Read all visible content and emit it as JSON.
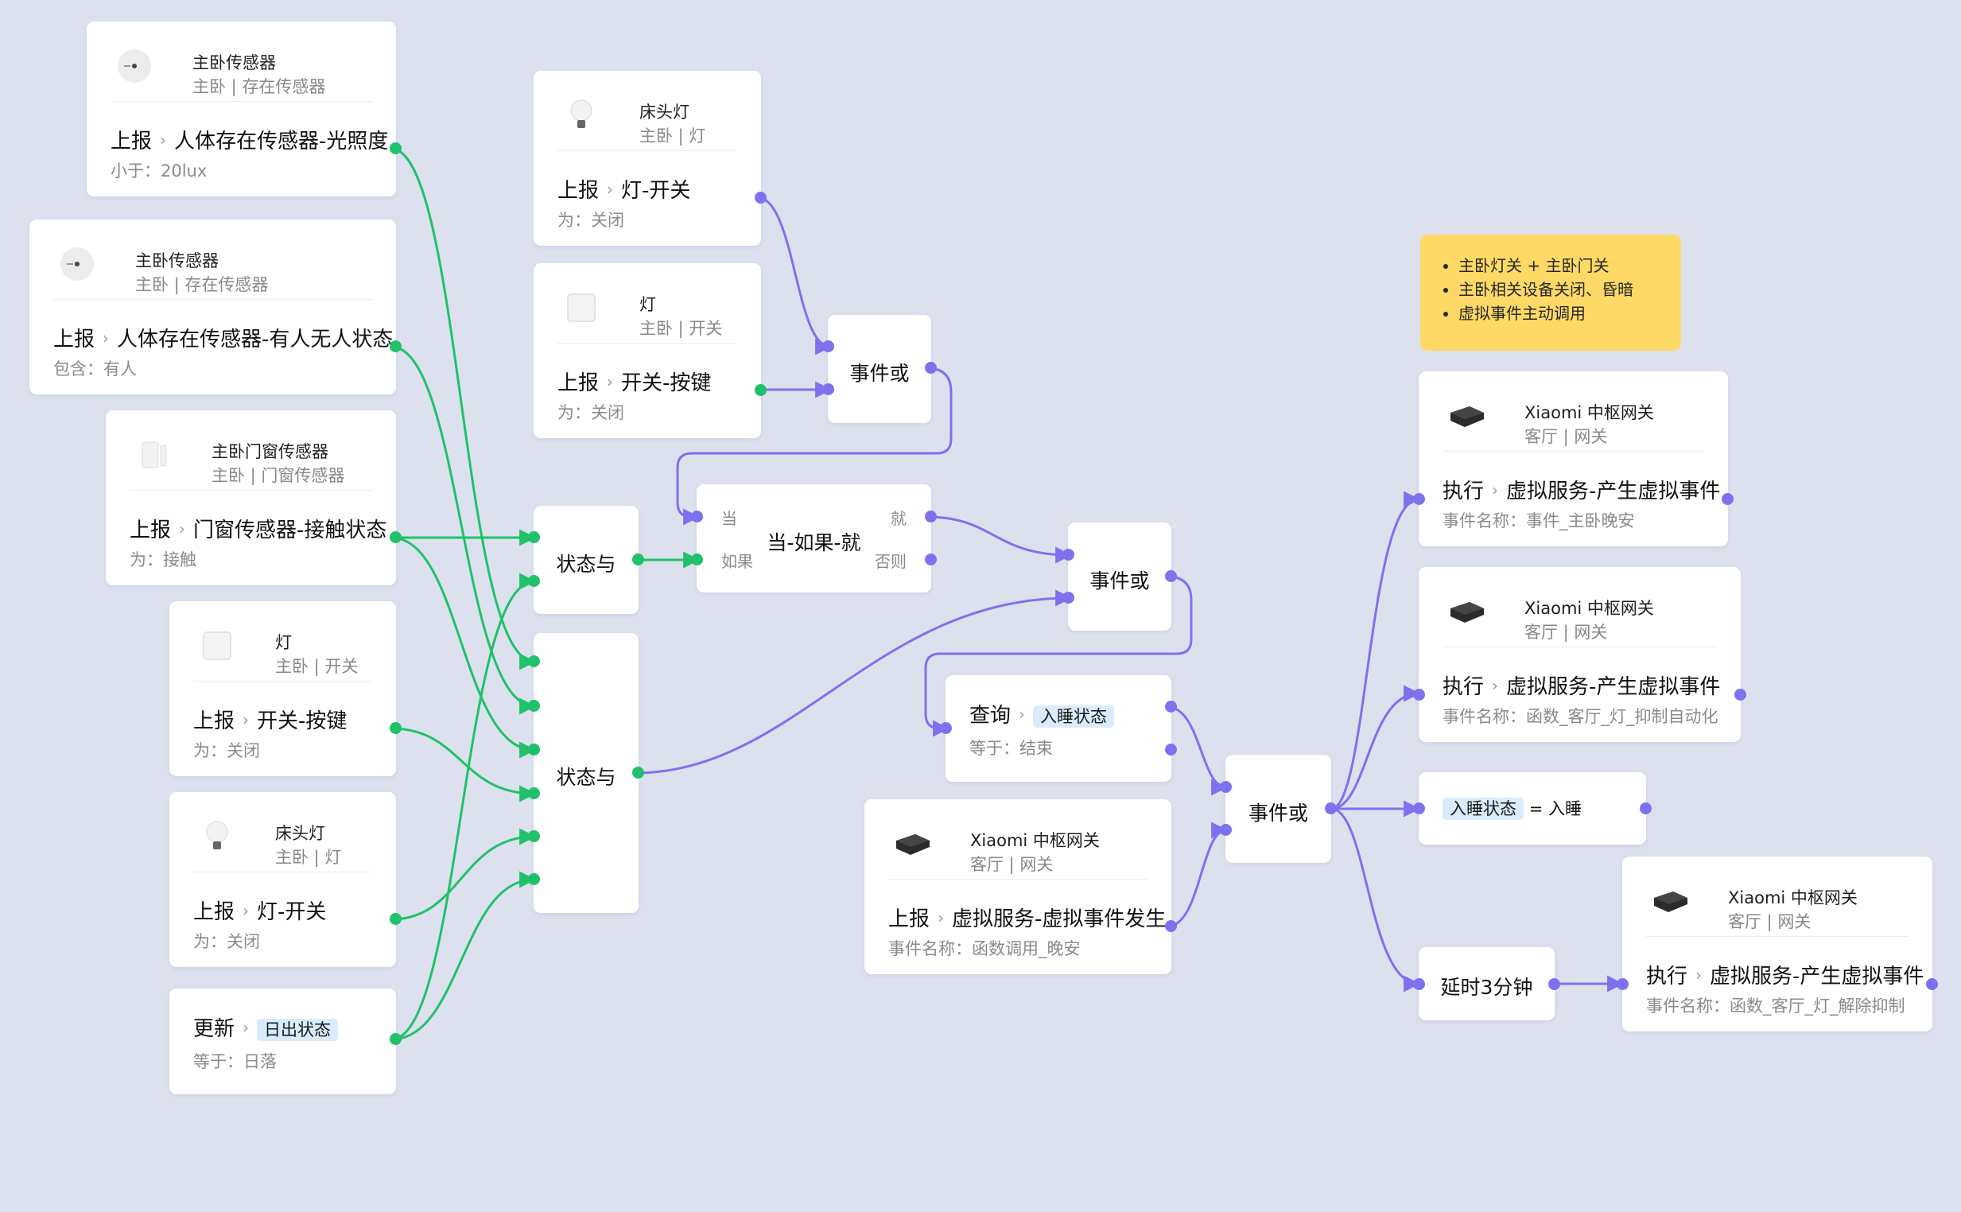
{
  "nodes": {
    "n1": {
      "name": "主卧传感器",
      "sub": "主卧 | 存在传感器",
      "verb": "上报",
      "action": "人体存在传感器-光照度",
      "cond": "小于：20lux",
      "icon": "presence-sensor-icon"
    },
    "n2": {
      "name": "主卧传感器",
      "sub": "主卧 | 存在传感器",
      "verb": "上报",
      "action": "人体存在传感器-有人无人状态",
      "cond": "包含：有人",
      "icon": "presence-sensor-icon"
    },
    "n3": {
      "name": "主卧门窗传感器",
      "sub": "主卧 | 门窗传感器",
      "verb": "上报",
      "action": "门窗传感器-接触状态",
      "cond": "为：接触",
      "icon": "door-sensor-icon"
    },
    "n4": {
      "name": "灯",
      "sub": "主卧 | 开关",
      "verb": "上报",
      "action": "开关-按键",
      "cond": "为：关闭",
      "icon": "wall-switch-icon"
    },
    "n5": {
      "name": "床头灯",
      "sub": "主卧 | 灯",
      "verb": "上报",
      "action": "灯-开关",
      "cond": "为：关闭",
      "icon": "light-bulb-icon"
    },
    "n6": {
      "verb": "更新",
      "tag": "日出状态",
      "cond": "等于：日落"
    },
    "n7": {
      "name": "床头灯",
      "sub": "主卧 | 灯",
      "verb": "上报",
      "action": "灯-开关",
      "cond": "为：关闭",
      "icon": "light-bulb-icon"
    },
    "n8": {
      "name": "灯",
      "sub": "主卧 | 开关",
      "verb": "上报",
      "action": "开关-按键",
      "cond": "为：关闭",
      "icon": "wall-switch-icon"
    },
    "n12": {
      "verb": "查询",
      "tag": "入睡状态",
      "cond": "等于：结束"
    },
    "n13": {
      "name": "Xiaomi 中枢网关",
      "sub": "客厅 | 网关",
      "verb": "上报",
      "action": "虚拟服务-虚拟事件发生",
      "cond": "事件名称：函数调用_晚安",
      "icon": "gateway-icon"
    },
    "n15": {
      "name": "Xiaomi 中枢网关",
      "sub": "客厅 | 网关",
      "verb": "执行",
      "action": "虚拟服务-产生虚拟事件",
      "cond": "事件名称：事件_主卧晚安",
      "icon": "gateway-icon"
    },
    "n16": {
      "name": "Xiaomi 中枢网关",
      "sub": "客厅 | 网关",
      "verb": "执行",
      "action": "虚拟服务-产生虚拟事件",
      "cond": "事件名称：函数_客厅_灯_抑制自动化",
      "icon": "gateway-icon"
    },
    "n17": {
      "tag": "入睡状态",
      "text": "= 入睡"
    },
    "n19": {
      "name": "Xiaomi 中枢网关",
      "sub": "客厅 | 网关",
      "verb": "执行",
      "action": "虚拟服务-产生虚拟事件",
      "cond": "事件名称：函数_客厅_灯_解除抑制",
      "icon": "gateway-icon"
    }
  },
  "gates": {
    "and1": "状态与",
    "and2": "状态与",
    "or1": "事件或",
    "if": {
      "label": "当-如果-就",
      "when": "当",
      "if": "如果",
      "then": "就",
      "else": "否则"
    },
    "or2": "事件或",
    "or3": "事件或",
    "delay": "延时3分钟"
  },
  "note": [
    "主卧灯关 + 主卧门关",
    "主卧相关设备关闭、昏暗",
    "虚拟事件主动调用"
  ],
  "colors": {
    "green": "#1fc16a",
    "purple": "#7d72ee",
    "background": "#dde1ee",
    "note": "#ffd966"
  }
}
